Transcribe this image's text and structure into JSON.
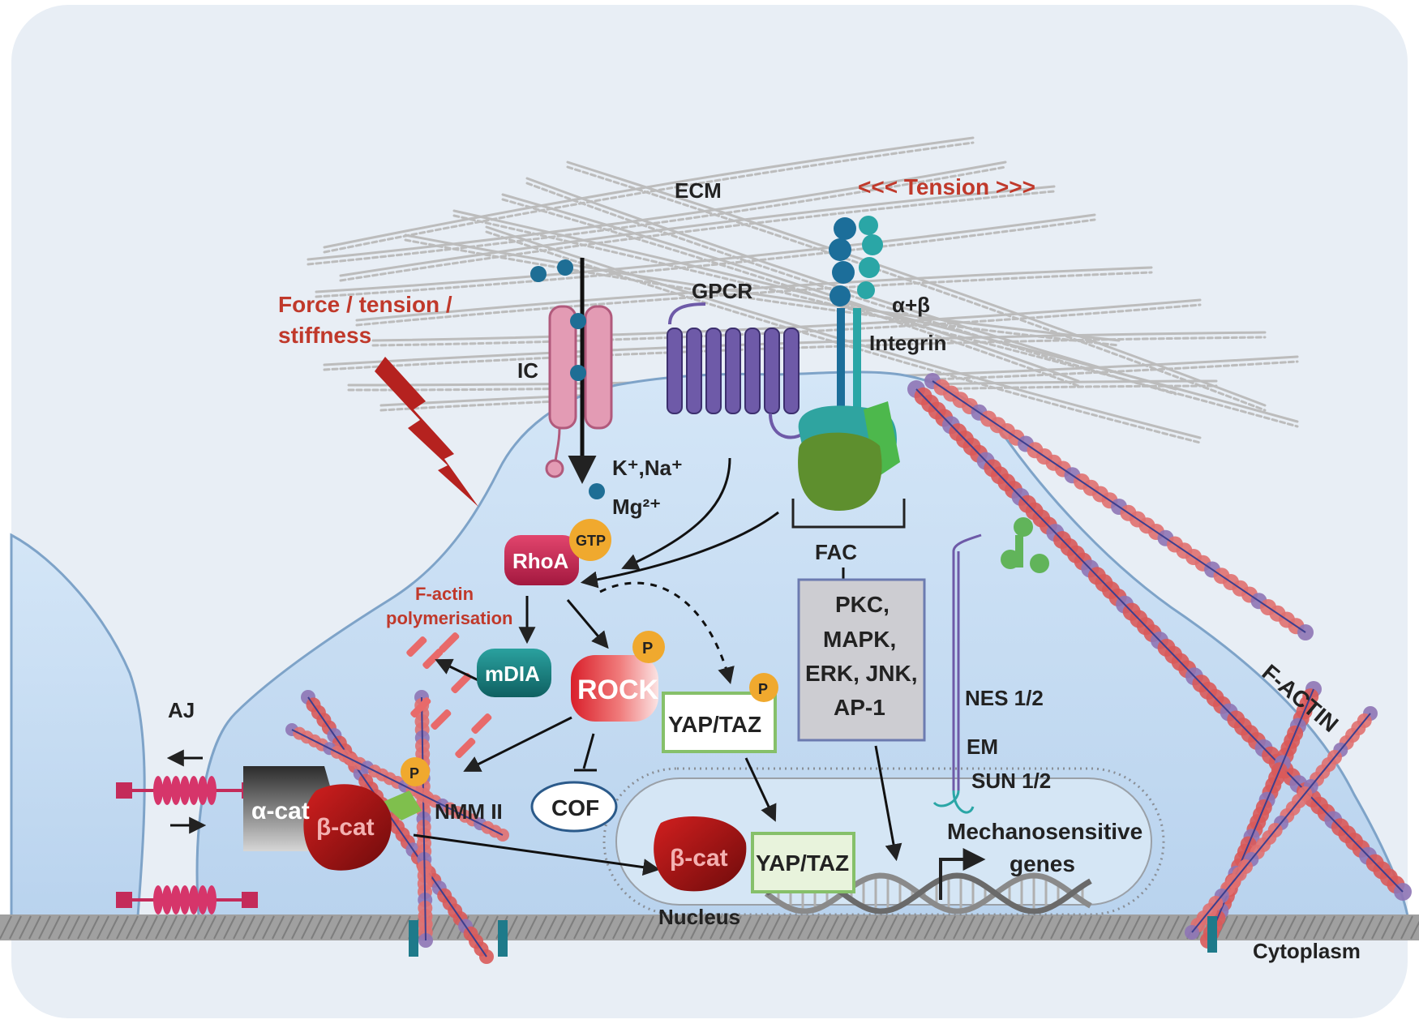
{
  "labels": {
    "ecm": "ECM",
    "tension": "<<< Tension >>>",
    "force_line1": "Force / tension /",
    "force_line2": "stiffness",
    "gpcr": "GPCR",
    "ic": "IC",
    "integrin_ab": "α+β",
    "integrin": "Integrin",
    "ions_line1": "K⁺,Na⁺",
    "ions_line2": "Mg²⁺",
    "gtp": "GTP",
    "rhoa": "RhoA",
    "factin_poly_line1": "F-actin",
    "factin_poly_line2": "polymerisation",
    "mdia": "mDIA",
    "rock": "ROCK",
    "p": "P",
    "yaptaz": "YAP/TAZ",
    "fac": "FAC",
    "kinase_lines": [
      "PKC,",
      "MAPK,",
      "ERK, JNK,",
      "AP-1"
    ],
    "nes": "NES 1/2",
    "em": "EM",
    "sun": "SUN 1/2",
    "f_actin": "F-ACTIN",
    "aj": "AJ",
    "acat": "α-cat",
    "bcat": "β-cat",
    "nmm": "NMM II",
    "cof": "COF",
    "nucleus": "Nucleus",
    "mech_line1": "Mechanosensitive",
    "mech_line2": "genes",
    "cytoplasm": "Cytoplasm"
  },
  "colors": {
    "background": "#e8eef5",
    "cell": "#c6ddf3",
    "cell_edge": "#7ea3c8",
    "red_text": "#c0392b",
    "ecm_fiber": "#b9b9b9",
    "ground": "#9d9d9d"
  },
  "icons": [
    "lightning-bolt-icon",
    "ion-channel-icon",
    "gpcr-receptor-icon",
    "integrin-icon",
    "dna-helix-icon",
    "gene-arrow-icon"
  ]
}
